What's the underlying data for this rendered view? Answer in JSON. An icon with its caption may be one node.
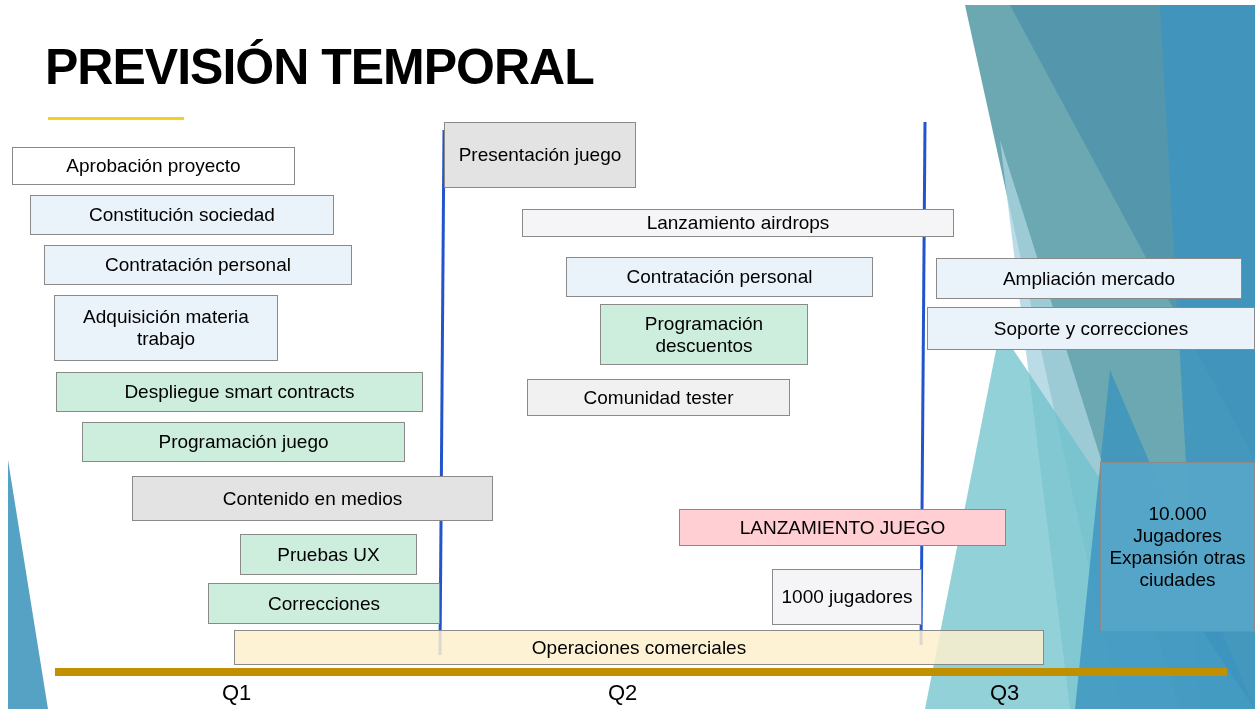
{
  "diagram": {
    "title": "PREVISIÓN TEMPORAL",
    "nodes": [
      {
        "text": [
          "Aprobación proyecto"
        ]
      },
      {
        "text": [
          "Constitución sociedad"
        ]
      },
      {
        "text": [
          "Contratación personal"
        ]
      },
      {
        "text": [
          "Adquisición materia trabajo"
        ]
      },
      {
        "text": [
          "Despliegue smart contracts"
        ]
      },
      {
        "text": [
          "Programación juego"
        ]
      },
      {
        "text": [
          "Contenido en medios"
        ]
      },
      {
        "text": [
          "Pruebas UX"
        ]
      },
      {
        "text": [
          "Correcciones"
        ]
      },
      {
        "text": [
          "Operaciones comerciales"
        ]
      },
      {
        "text": [
          "Presentación juego"
        ]
      },
      {
        "text": [
          "Lanzamiento airdrops"
        ]
      },
      {
        "text": [
          "Contratación personal"
        ]
      },
      {
        "text": [
          "Programación descuentos"
        ]
      },
      {
        "text": [
          "Comunidad tester"
        ]
      },
      {
        "text": [
          "LANZAMIENTO JUEGO"
        ]
      },
      {
        "text": [
          "1000 jugadores"
        ]
      },
      {
        "text": [
          "Ampliación mercado"
        ]
      },
      {
        "text": [
          "Soporte y correcciones"
        ]
      },
      {
        "text": [
          "10.000 Jugadores Expansión otras ciudades"
        ]
      }
    ],
    "labels": [
      "Q1",
      "Q2",
      "Q3"
    ]
  }
}
